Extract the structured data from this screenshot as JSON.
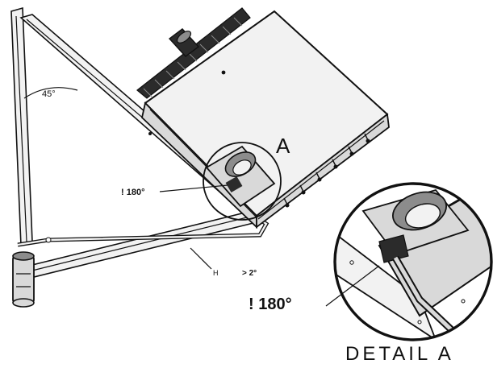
{
  "labels": {
    "angle_top": "45°",
    "callout_a": "A",
    "angle_small": "! 180°",
    "h_mark": "H",
    "slope": "> 2°",
    "angle_detail": "! 180°",
    "detail_title": "DETAIL A"
  },
  "colors": {
    "line": "#111111",
    "fill_light": "#f2f2f2",
    "fill_mid": "#d9d9d9",
    "fill_dark": "#8c8c8c",
    "fin": "#2b2b2b"
  }
}
